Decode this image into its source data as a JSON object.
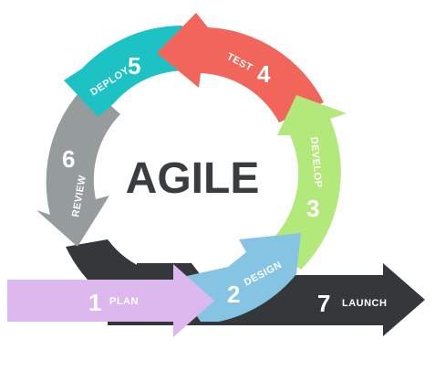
{
  "title": "AGILE",
  "colors": {
    "plan": "#dcb8ef",
    "design": "#86c4e3",
    "develop": "#b3e87a",
    "test": "#f2655b",
    "deploy": "#1dc2c5",
    "review": "#969c9c",
    "launch": "#35383b",
    "title": "#3a3d40"
  },
  "icons": [
    "arrow-icon"
  ],
  "steps": [
    {
      "number": "1",
      "label": "PLAN"
    },
    {
      "number": "2",
      "label": "DESIGN"
    },
    {
      "number": "3",
      "label": "DEVELOP"
    },
    {
      "number": "4",
      "label": "TEST"
    },
    {
      "number": "5",
      "label": "DEPLOY"
    },
    {
      "number": "6",
      "label": "REVIEW"
    },
    {
      "number": "7",
      "label": "LAUNCH"
    }
  ]
}
